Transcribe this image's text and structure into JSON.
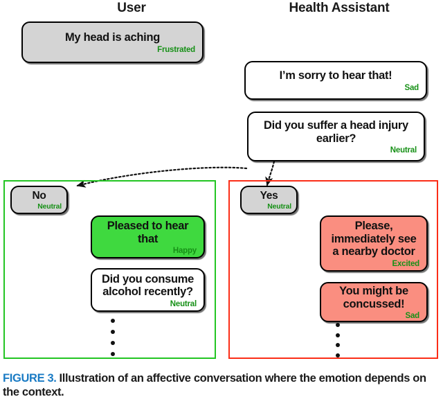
{
  "headers": {
    "user": "User",
    "assistant": "Health Assistant"
  },
  "colors": {
    "gray_bubble": "#d4d4d4",
    "green_bubble": "#3fd93f",
    "salmon_bubble": "#fa8e80",
    "emotion_text": "#169016",
    "panel_no_border": "#22c522",
    "panel_yes_border": "#fb2d17",
    "figure_label": "#1a7bc4",
    "bubble_border": "#000000"
  },
  "conversation": {
    "turn1_user": {
      "message": "My head is aching",
      "emotion": "Frustrated",
      "speaker": "user",
      "style": "gray"
    },
    "turn2_assistant": {
      "message": "I’m sorry to hear that!",
      "emotion": "Sad",
      "speaker": "assistant",
      "style": "white"
    },
    "turn3_assistant": {
      "message": "Did you suffer a head injury earlier?",
      "emotion": "Neutral",
      "speaker": "assistant",
      "style": "white"
    }
  },
  "branches": [
    {
      "id": "no",
      "border_color": "#22c522",
      "reply": {
        "message": "No",
        "emotion": "Neutral",
        "speaker": "user",
        "style": "gray"
      },
      "messages": [
        {
          "message": "Pleased to hear that",
          "emotion": "Happy",
          "speaker": "assistant",
          "style": "green"
        },
        {
          "message": "Did you consume alcohol recently?",
          "emotion": "Neutral",
          "speaker": "assistant",
          "style": "white"
        }
      ],
      "ellipsis_dots": 4
    },
    {
      "id": "yes",
      "border_color": "#fb2d17",
      "reply": {
        "message": "Yes",
        "emotion": "Neutral",
        "speaker": "user",
        "style": "gray"
      },
      "messages": [
        {
          "message": "Please, immediately see a nearby doctor",
          "emotion": "Excited",
          "speaker": "assistant",
          "style": "salmon"
        },
        {
          "message": "You might be concussed!",
          "emotion": "Sad",
          "speaker": "assistant",
          "style": "salmon"
        }
      ],
      "ellipsis_dots": 4
    }
  ],
  "connectors": [
    {
      "name": "question-to-no",
      "style": "dotted-arrow"
    },
    {
      "name": "question-to-yes",
      "style": "dotted-arrow"
    }
  ],
  "caption": {
    "label": "FIGURE 3.",
    "text": "Illustration of an affective conversation where the emotion depends on the context."
  }
}
